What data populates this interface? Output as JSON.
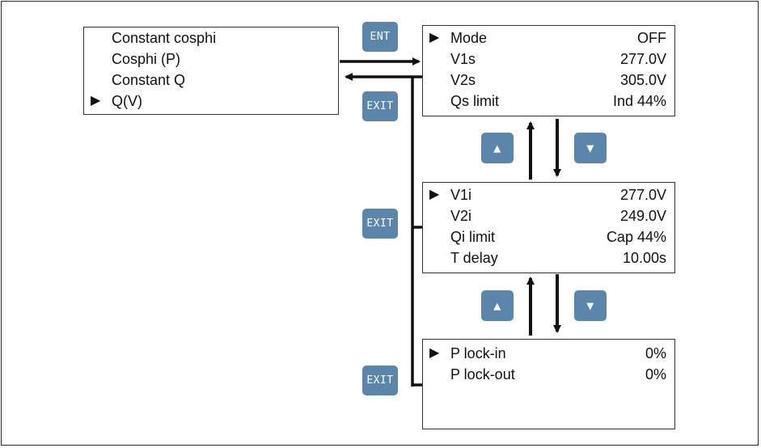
{
  "left_menu": {
    "items": [
      {
        "label": "Constant cosphi",
        "selected": false
      },
      {
        "label": "Cosphi (P)",
        "selected": false
      },
      {
        "label": "Constant Q",
        "selected": false
      },
      {
        "label": "Q(V)",
        "selected": true
      }
    ]
  },
  "pointer_glyph": "▶",
  "keys": {
    "ent": "ENT",
    "exit": "EXIT",
    "up": "▲",
    "down": "▼"
  },
  "screen1": {
    "rows": [
      {
        "label": "Mode",
        "value": "OFF",
        "selected": true
      },
      {
        "label": "V1s",
        "value": "277.0V",
        "selected": false
      },
      {
        "label": "V2s",
        "value": "305.0V",
        "selected": false
      },
      {
        "label": "Qs limit",
        "value": "Ind 44%",
        "selected": false
      }
    ]
  },
  "screen2": {
    "rows": [
      {
        "label": "V1i",
        "value": "277.0V",
        "selected": true
      },
      {
        "label": "V2i",
        "value": "249.0V",
        "selected": false
      },
      {
        "label": "Qi limit",
        "value": "Cap 44%",
        "selected": false
      },
      {
        "label": "T delay",
        "value": "10.00s",
        "selected": false
      }
    ]
  },
  "screen3": {
    "rows": [
      {
        "label": "P lock-in",
        "value": "0%",
        "selected": true
      },
      {
        "label": "P lock-out",
        "value": "0%",
        "selected": false
      }
    ]
  }
}
